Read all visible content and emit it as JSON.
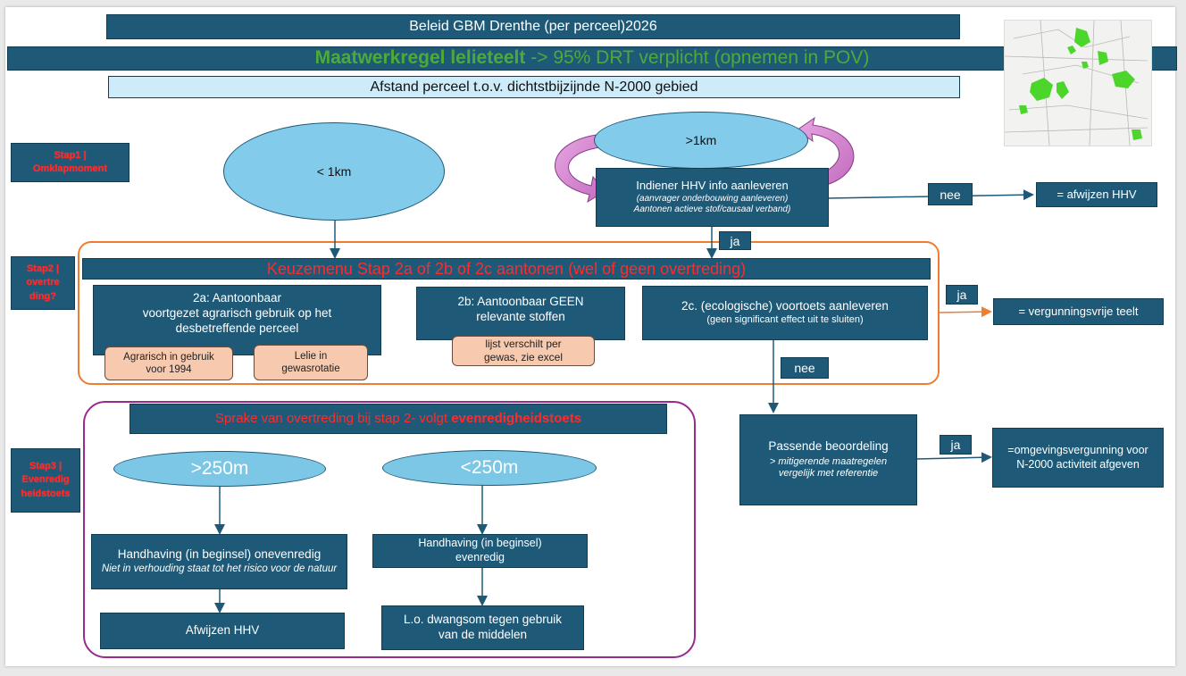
{
  "header": {
    "title": "Beleid GBM Drenthe (per perceel)2026",
    "rule_bold": "Maatwerkregel lelieteelt",
    "rule_rest": " -> 95% DRT verplicht (opnemen in POV)",
    "distance": "Afstand perceel t.o.v. dichtstbijzijnde N-2000 gebied"
  },
  "steps": {
    "s1": [
      "Stap1 |",
      "Omklapmoment"
    ],
    "s2": [
      "Stap2 |",
      "overtre",
      "ding?"
    ],
    "s3": [
      "Stap3 |",
      "Evenredig",
      "heidstoets"
    ]
  },
  "ellipses": {
    "lt1km": "< 1km",
    "gt1km": ">1km",
    "gt250": ">250m",
    "lt250": "<250m"
  },
  "hhv": {
    "title": "Indiener HHV info aanleveren",
    "line1": "(aanvrager onderbouwing aanleveren)",
    "line2": "Aantonen actieve stof/causaal verband)"
  },
  "labels": {
    "nee1": "nee",
    "ja1": "ja",
    "ja2": "ja",
    "nee2": "nee",
    "ja3": "ja"
  },
  "outcomes": {
    "afwijzen": "= afwijzen HHV",
    "vergunningsvrij": "= vergunningsvrije teelt",
    "omgevingsvergunning": "=omgevingsvergunning voor N-2000 activiteit afgeven"
  },
  "step2": {
    "menu": "Keuzemenu Stap 2a of 2b of 2c aantonen (wel of geen overtreding)",
    "a_title": "2a: Aantoonbaar",
    "a_body": "voortgezet agrarisch gebruik op het desbetreffende  perceel",
    "a_note1": "Agrarisch in gebruik voor 1994",
    "a_note2": "Lelie in gewasrotatie",
    "b_title": "2b: Aantoonbaar GEEN relevante stoffen",
    "b_note": "lijst verschilt per gewas, zie excel",
    "c_title": "2c. (ecologische) voortoets aanleveren",
    "c_sub": "(geen significant effect uit te sluiten)"
  },
  "passende": {
    "title": "Passende beoordeling",
    "line1": "> mitigerende maatregelen",
    "line2": "vergelijk met referentie"
  },
  "step3": {
    "header_normal": "Sprake van overtreding bij stap 2- volgt ",
    "header_bold": "evenredigheidstoets",
    "onevenredig_title": "Handhaving (in beginsel) onevenredig",
    "onevenredig_sub": "Niet in verhouding staat tot het risico voor de natuur",
    "evenredig_title": "Handhaving (in beginsel) evenredig",
    "afwijzen": "Afwijzen HHV",
    "dwangsom": "L.o. dwangsom tegen gebruik van de middelen"
  },
  "colors": {
    "box": "#1e5a78",
    "ellipse": "#83cbea",
    "peach": "#f7c9ae",
    "orange": "#ee7d31",
    "purple": "#9b2a8e",
    "green": "#4caa3a",
    "red": "#ff2b2b"
  }
}
